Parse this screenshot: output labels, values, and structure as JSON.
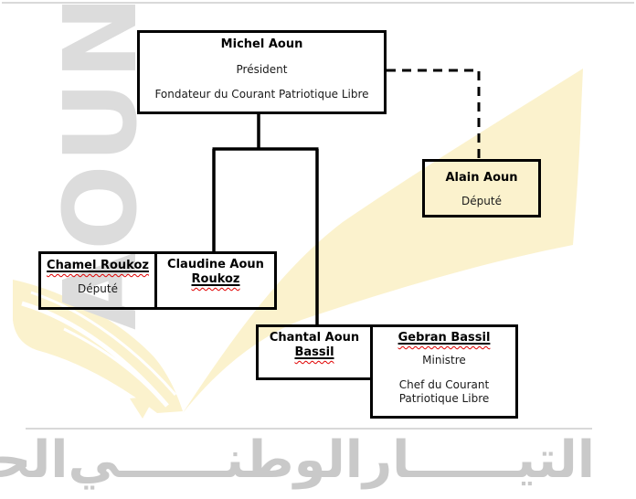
{
  "watermarks": {
    "vertical_text": "AOUN",
    "footer_words": [
      "التيــــــار",
      "الوطنــــــي",
      "الحــــــر"
    ]
  },
  "colors": {
    "swoosh_yellow": "#fbf2cd",
    "watermark_gray": "#dcdcdc",
    "footer_text_gray": "#c9c9c9",
    "rule_gray": "#d9d9d9",
    "box_border": "#000000",
    "spellcheck_red": "#e00000"
  },
  "nodes": {
    "michel": {
      "name": "Michel Aoun",
      "role1": "Président",
      "role2": "Fondateur du Courant Patriotique Libre"
    },
    "alain": {
      "name": "Alain Aoun",
      "role1": "Député"
    },
    "chamel": {
      "name": "Chamel Roukoz",
      "role1": "Député"
    },
    "claudine": {
      "name_line1": "Claudine Aoun",
      "name_line2": "Roukoz"
    },
    "chantal": {
      "name_line1": "Chantal Aoun",
      "name_line2": "Bassil"
    },
    "gebran": {
      "name": "Gebran Bassil",
      "role1": "Ministre",
      "role2_line1": "Chef du Courant",
      "role2_line2": "Patriotique Libre"
    }
  },
  "connections": [
    {
      "from": "Michel Aoun",
      "to": "Alain Aoun",
      "style": "dashed"
    },
    {
      "from": "Michel Aoun",
      "to": "Claudine Aoun Roukoz",
      "style": "solid"
    },
    {
      "from": "Michel Aoun",
      "to": "Chantal Aoun Bassil",
      "style": "solid"
    }
  ]
}
